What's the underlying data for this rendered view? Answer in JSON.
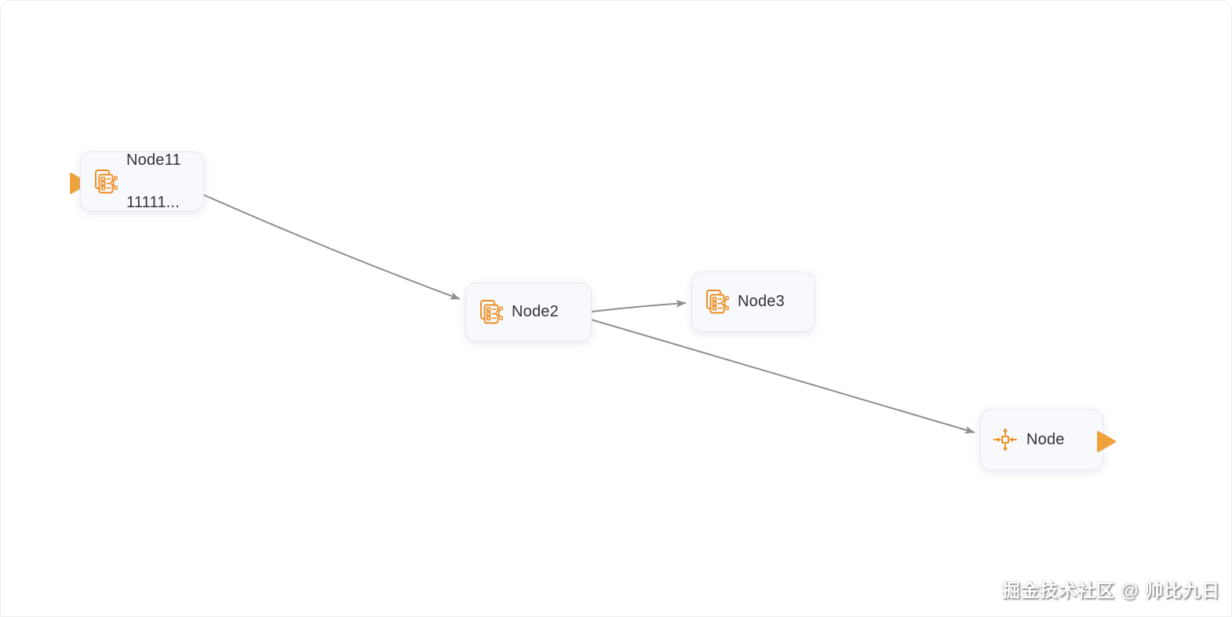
{
  "canvas": {
    "type": "flow-editor-canvas"
  },
  "nodes": [
    {
      "id": "node1",
      "icon": "task-list-icon",
      "line1": "Node11",
      "line2": "11111..."
    },
    {
      "id": "node2",
      "icon": "task-list-icon",
      "label": "Node2"
    },
    {
      "id": "node3",
      "icon": "task-list-icon",
      "label": "Node3"
    },
    {
      "id": "node4",
      "icon": "move-node-icon",
      "label": "Node"
    }
  ],
  "edges": [
    {
      "from": "node1",
      "to": "node2"
    },
    {
      "from": "node2",
      "to": "node3"
    },
    {
      "from": "node2",
      "to": "node4"
    }
  ],
  "watermark": {
    "text": "掘金技术社区 @ 帅比九日"
  },
  "colors": {
    "icon_orange": "#ee8c1f",
    "anchor_orange": "#efa23b",
    "edge_gray": "#8f8f8f",
    "node_bg": "#f7f9fc",
    "node_border": "#e6e9f0",
    "label_text": "#30343a"
  }
}
